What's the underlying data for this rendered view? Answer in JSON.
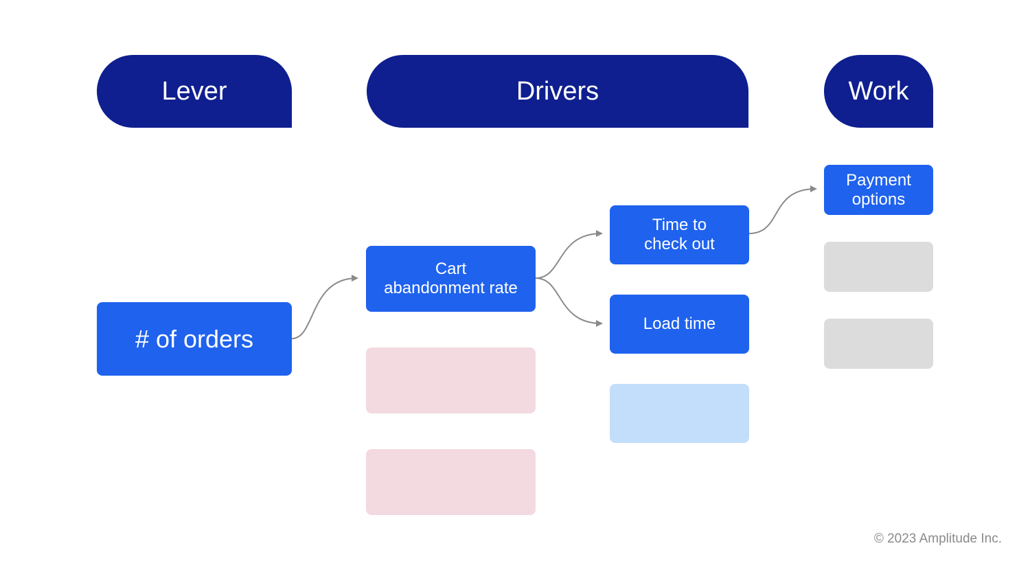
{
  "headers": {
    "lever": "Lever",
    "drivers": "Drivers",
    "work": "Work"
  },
  "nodes": {
    "orders": "# of orders",
    "cart": "Cart\nabandonment rate",
    "checkout": "Time to\ncheck out",
    "load": "Load time",
    "payment": "Payment\noptions"
  },
  "colors": {
    "header": "#0f1f8f",
    "node": "#1f62ee",
    "placeholder_pink": "#f3dae0",
    "placeholder_lightblue": "#c2defb",
    "placeholder_gray": "#dcdcdc",
    "connector": "#8a8a8a"
  },
  "footer": {
    "copyright": "© 2023 Amplitude Inc."
  }
}
